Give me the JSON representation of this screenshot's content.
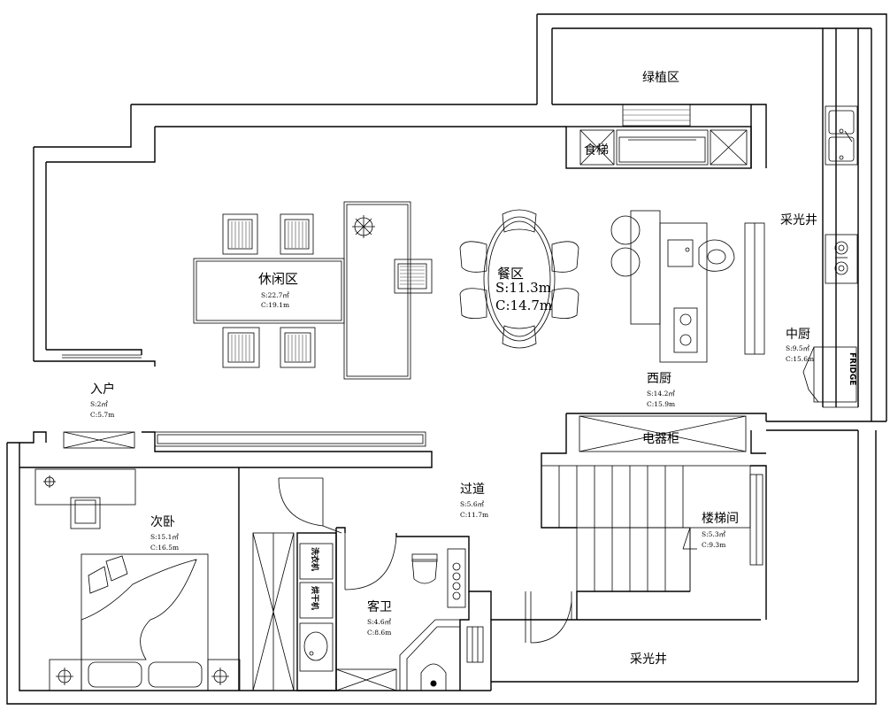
{
  "rooms": {
    "green_zone": {
      "name": "绿植区"
    },
    "lightwell_right": {
      "name": "采光井"
    },
    "lightwell_bottom": {
      "name": "采光井"
    },
    "food_lift": {
      "name": "食梯"
    },
    "leisure": {
      "name": "休闲区",
      "area": "S:22.7㎡",
      "perimeter": "C:19.1m"
    },
    "dining": {
      "name": "餐区",
      "area": "S:11.3m",
      "perimeter": "C:14.7m"
    },
    "western_kitchen": {
      "name": "西厨",
      "area": "S:14.2㎡",
      "perimeter": "C:15.9m"
    },
    "chinese_kitchen": {
      "name": "中厨",
      "area": "S:9.5㎡",
      "perimeter": "C:15.6m"
    },
    "entrance": {
      "name": "入户",
      "area": "S:2㎡",
      "perimeter": "C:5.7m"
    },
    "appliance_cabinet": {
      "name": "电器柜"
    },
    "corridor": {
      "name": "过道",
      "area": "S:5.6㎡",
      "perimeter": "C:11.7m"
    },
    "second_bedroom": {
      "name": "次卧",
      "area": "S:15.1㎡",
      "perimeter": "C:16.5m"
    },
    "guest_bath": {
      "name": "客卫",
      "area": "S:4.6㎡",
      "perimeter": "C:8.6m"
    },
    "stairwell": {
      "name": "楼梯间",
      "area": "S:5.3㎡",
      "perimeter": "C:9.3m"
    }
  },
  "appliances": {
    "washer": "洗衣机",
    "dryer": "烘干机",
    "fridge": "FRIDGE"
  }
}
